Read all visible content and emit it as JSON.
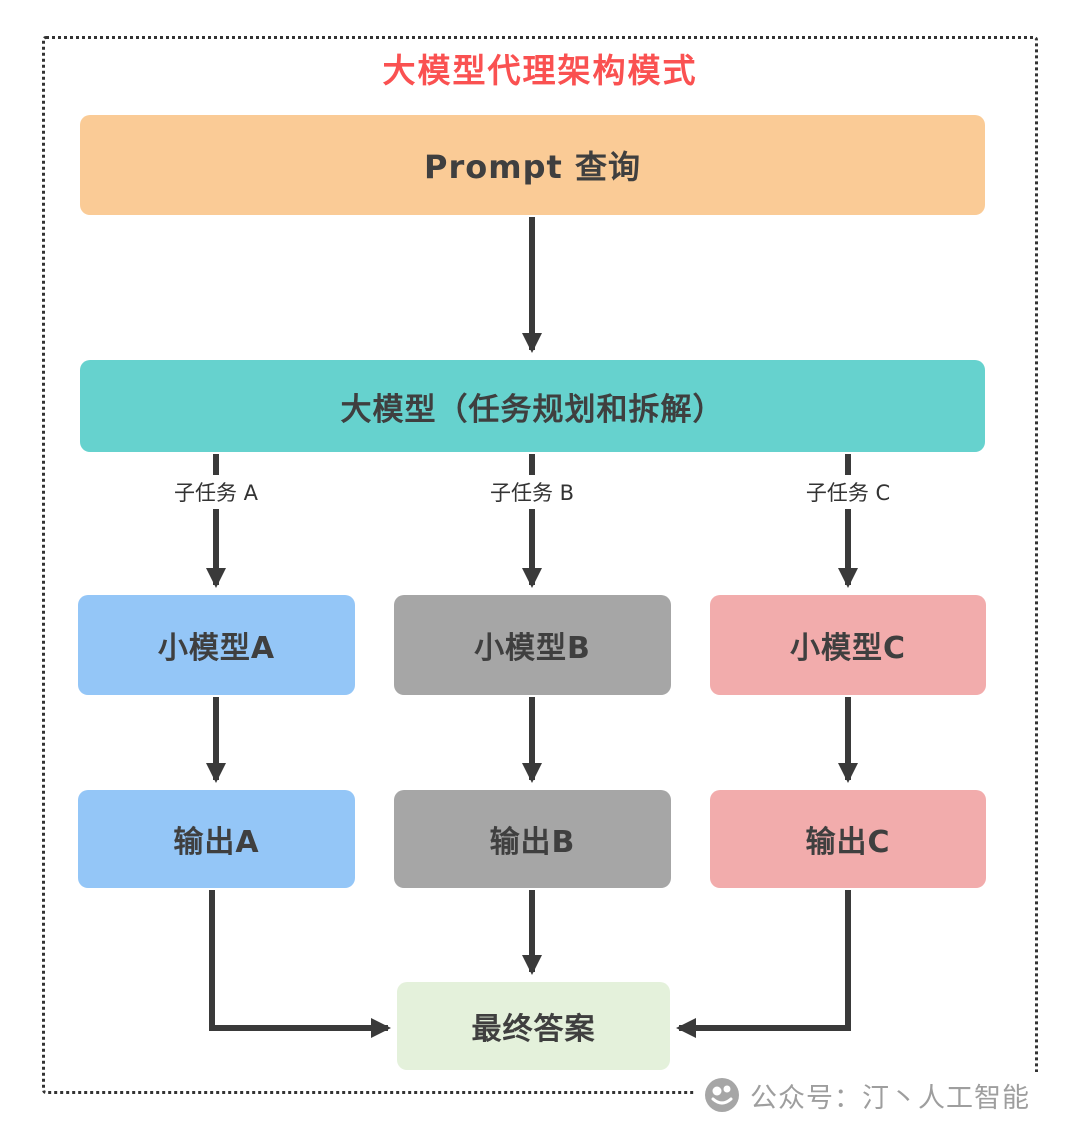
{
  "title": {
    "text": "大模型代理架构模式",
    "color": "#FA5151"
  },
  "colors": {
    "arrow": "#3A3A3A",
    "border": "#333333",
    "node_text": "#3F3F3F"
  },
  "nodes": {
    "prompt": {
      "label": "Prompt 查询",
      "bg": "#FACB96"
    },
    "planner": {
      "label": "大模型（任务规划和拆解）",
      "bg": "#66D2CE"
    },
    "model_a": {
      "label": "小模型A",
      "bg": "#94C6F7"
    },
    "model_b": {
      "label": "小模型B",
      "bg": "#A6A6A6"
    },
    "model_c": {
      "label": "小模型C",
      "bg": "#F2ACAC"
    },
    "output_a": {
      "label": "输出A",
      "bg": "#94C6F7"
    },
    "output_b": {
      "label": "输出B",
      "bg": "#A6A6A6"
    },
    "output_c": {
      "label": "输出C",
      "bg": "#F2ACAC"
    },
    "final": {
      "label": "最终答案",
      "bg": "#E4F1DB"
    }
  },
  "edge_labels": {
    "subtask_a": "子任务 A",
    "subtask_b": "子任务 B",
    "subtask_c": "子任务 C"
  },
  "watermark": {
    "text": "公众号：汀丶人工智能"
  }
}
